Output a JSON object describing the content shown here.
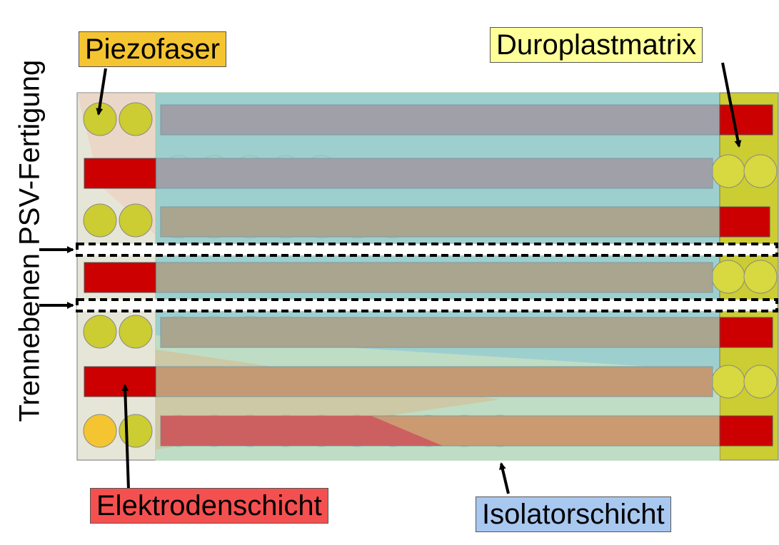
{
  "labels": {
    "piezofaser": "Piezofaser",
    "duroplastmatrix": "Duroplastmatrix",
    "elektrodenschicht": "Elektrodenschicht",
    "isolatorschicht": "Isolatorschicht",
    "trennebenen": "Trennebenen PSV-Fertigung"
  },
  "colors": {
    "piezofaser": "#f5c431",
    "duroplastmatrix": "#ffff99",
    "elektrodenschicht": "#f55050",
    "isolatorschicht": "#a8c8f0",
    "electrode": "#cc0000",
    "fiber": "#cccc33",
    "insulator": "#9ecfcf",
    "matrix_left": "#e6e6d8"
  }
}
